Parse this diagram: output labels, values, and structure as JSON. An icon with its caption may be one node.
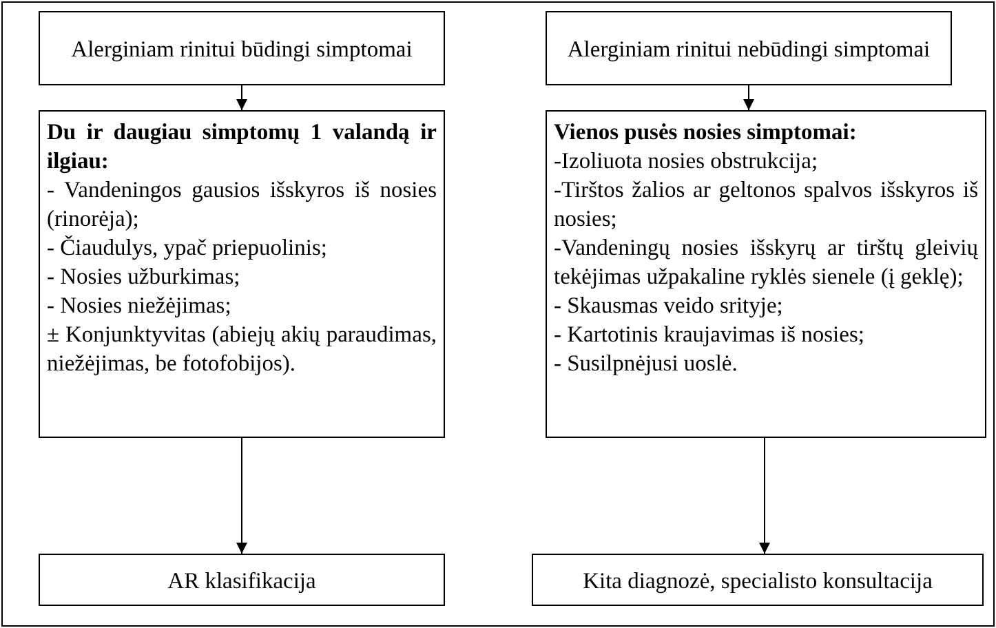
{
  "diagram": {
    "nodes": [
      {
        "text": [
          "Alerginiam rinitui būdingi simptomai"
        ]
      },
      {
        "text": [
          "Alerginiam rinitui nebūdingi simptomai"
        ]
      },
      {
        "text": [
          "Du ir daugiau simptomų 1 valandą ir ilgiau:",
          "- Vandeningos gausios išskyros iš nosies (rinorėja);",
          "- Čiaudulys, ypač priepuolinis;",
          "- Nosies užburkimas;",
          "- Nosies niežėjimas;",
          "± Konjunktyvitas (abiejų akių paraudimas, niežėjimas, be fotofobijos)."
        ]
      },
      {
        "text": [
          "Vienos pusės nosies simptomai:",
          "-Izoliuota nosies obstrukcija;",
          "-Tirštos žalios ar geltonos spalvos išskyros iš nosies;",
          "-Vandeningų nosies išskyrų ar tirštų gleivių tekėjimas užpakaline ryklės sienele (į geklę);",
          "- Skausmas veido srityje;",
          "- Kartotinis kraujavimas iš nosies;",
          "- Susilpnėjusi uoslė."
        ]
      },
      {
        "text": [
          "AR klasifikacija"
        ]
      },
      {
        "text": [
          "Kita diagnozė, specialisto konsultacija"
        ]
      }
    ],
    "edges": [
      {
        "from": 0,
        "to": 2,
        "arrow": "to"
      },
      {
        "from": 1,
        "to": 3,
        "arrow": "to"
      },
      {
        "from": 2,
        "to": 4,
        "arrow": "to"
      },
      {
        "from": 3,
        "to": 5,
        "arrow": "to"
      }
    ]
  }
}
